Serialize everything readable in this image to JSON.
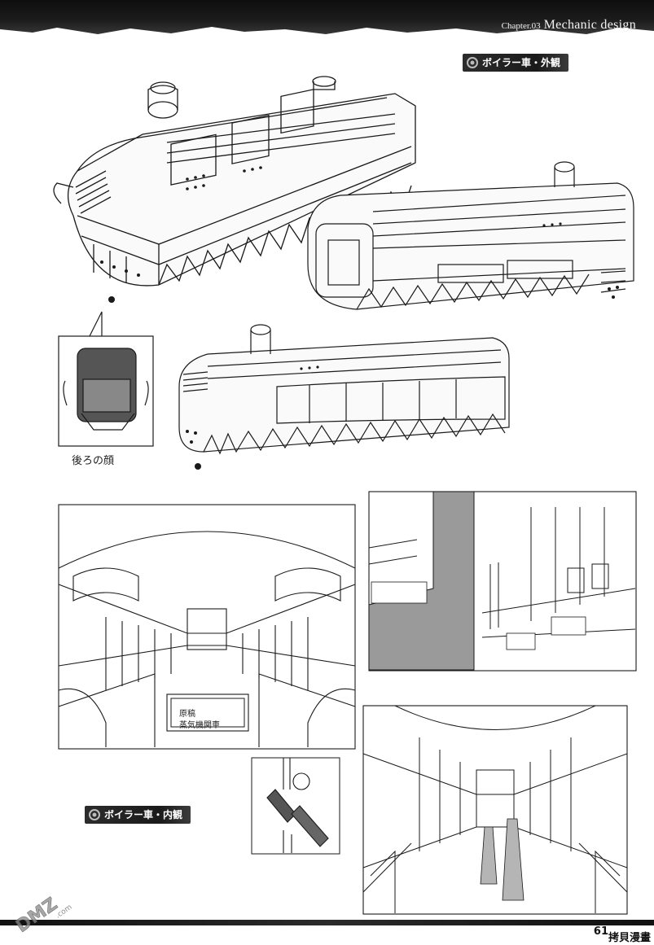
{
  "header": {
    "chapter_number": "Chapter.03",
    "chapter_title": "Mechanic design"
  },
  "sections": {
    "exterior": "ボイラー車・外観",
    "interior": "ボイラー車・内観"
  },
  "notes": {
    "rear_face": "後ろの顔",
    "sign_line1": "原稿",
    "sign_line2": "蒸気機関車"
  },
  "footer": {
    "page_number": "61",
    "site_mark": "拷貝漫畫"
  },
  "watermark": "DMZ.com",
  "colors": {
    "banner": "#111111",
    "tag_bg": "#222222",
    "line": "#1a1a1a",
    "tone": "#9a9a9a"
  }
}
